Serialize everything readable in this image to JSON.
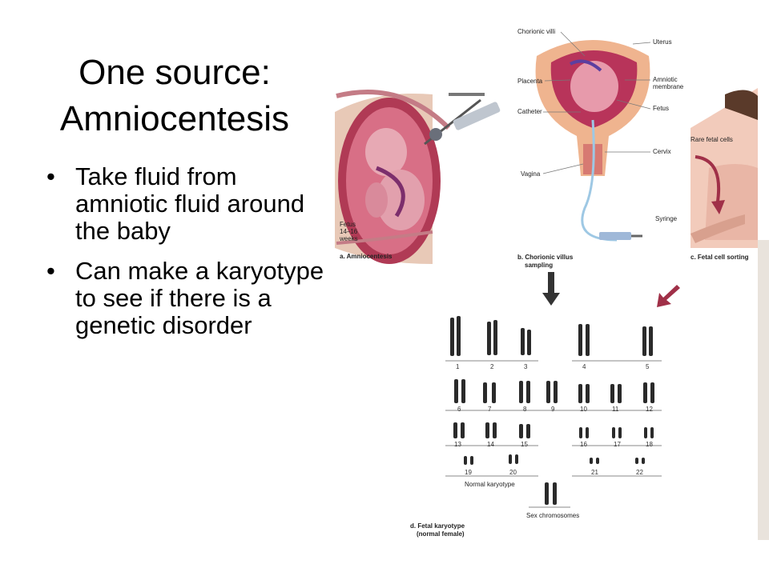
{
  "slide": {
    "title_line1": "One source:",
    "title_line2": "Amniocentesis",
    "bullets": [
      "Take fluid from amniotic fluid around the baby",
      "Can make a karyotype to see if there is a genetic disorder"
    ]
  },
  "figure": {
    "labels": {
      "chorionic_villi": "Chorionic villi",
      "uterus": "Uterus",
      "placenta": "Placenta",
      "amniotic": "Amniotic",
      "membrane": "membrane",
      "catheter": "Catheter",
      "fetus": "Fetus",
      "cervix": "Cervix",
      "vagina": "Vagina",
      "syringe": "Syringe",
      "rare_fetal_cells": "Rare fetal cells",
      "fetus_age_1": "Fetus",
      "fetus_age_2": "14–16",
      "fetus_age_3": "weeks"
    },
    "captions": {
      "a": "a. Amniocentesis",
      "b1": "b. Chorionic villus",
      "b2": "sampling",
      "c": "c. Fetal cell sorting",
      "d1": "d. Fetal karyotype",
      "d2": "(normal female)"
    },
    "karyotype": {
      "numbers": [
        "1",
        "2",
        "3",
        "4",
        "5",
        "6",
        "7",
        "8",
        "9",
        "10",
        "11",
        "12",
        "13",
        "14",
        "15",
        "16",
        "17",
        "18",
        "19",
        "20",
        "21",
        "22"
      ],
      "normal_label": "Normal karyotype",
      "sex_label": "Sex chromosomes"
    },
    "colors": {
      "tissue": "#c0506a",
      "fetus": "#e2b0b8",
      "skin": "#f1c8b3",
      "arrow": "#a03048"
    }
  }
}
